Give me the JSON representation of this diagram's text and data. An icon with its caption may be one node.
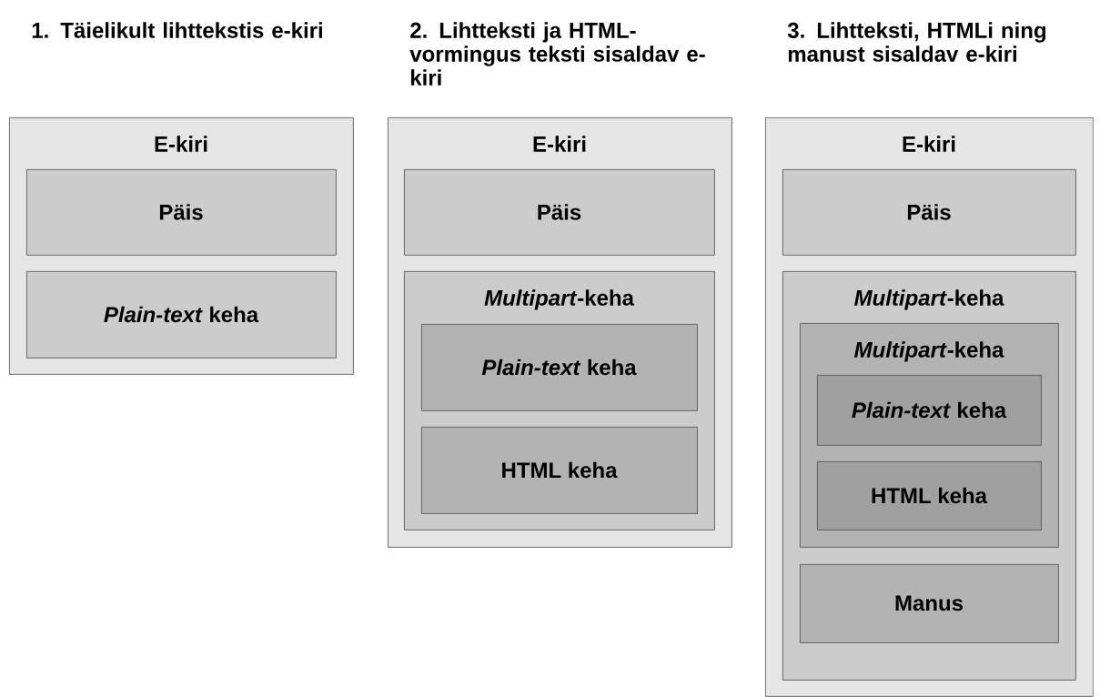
{
  "diagram": {
    "nodes": [
      {
        "text": [
          "1. Täielikult lihttekstis e-kiri",
          "E-kiri"
        ]
      },
      {
        "text": [
          "Päis"
        ],
        "in": 0
      },
      {
        "text": [
          "*Plain-text* keha"
        ],
        "in": 0
      },
      {
        "text": [
          "2. Lihtteksti ja HTML-vormingus teksti sisaldav e-kiri",
          "E-kiri"
        ]
      },
      {
        "text": [
          "Päis"
        ],
        "in": 3
      },
      {
        "text": [
          "*Multipart*-keha"
        ],
        "in": 3
      },
      {
        "text": [
          "*Plain-text* keha"
        ],
        "in": 5
      },
      {
        "text": [
          "HTML keha"
        ],
        "in": 5
      },
      {
        "text": [
          "3. Lihtteksti, HTMLi ning manust sisaldav e-kiri",
          "E-kiri"
        ]
      },
      {
        "text": [
          "Päis"
        ],
        "in": 8
      },
      {
        "text": [
          "*Multipart*-keha"
        ],
        "in": 8
      },
      {
        "text": [
          "*Multipart*-keha"
        ],
        "in": 10
      },
      {
        "text": [
          "*Plain-text* keha"
        ],
        "in": 11
      },
      {
        "text": [
          "HTML keha"
        ],
        "in": 11
      },
      {
        "text": [
          "Manus"
        ],
        "in": 10
      }
    ]
  }
}
